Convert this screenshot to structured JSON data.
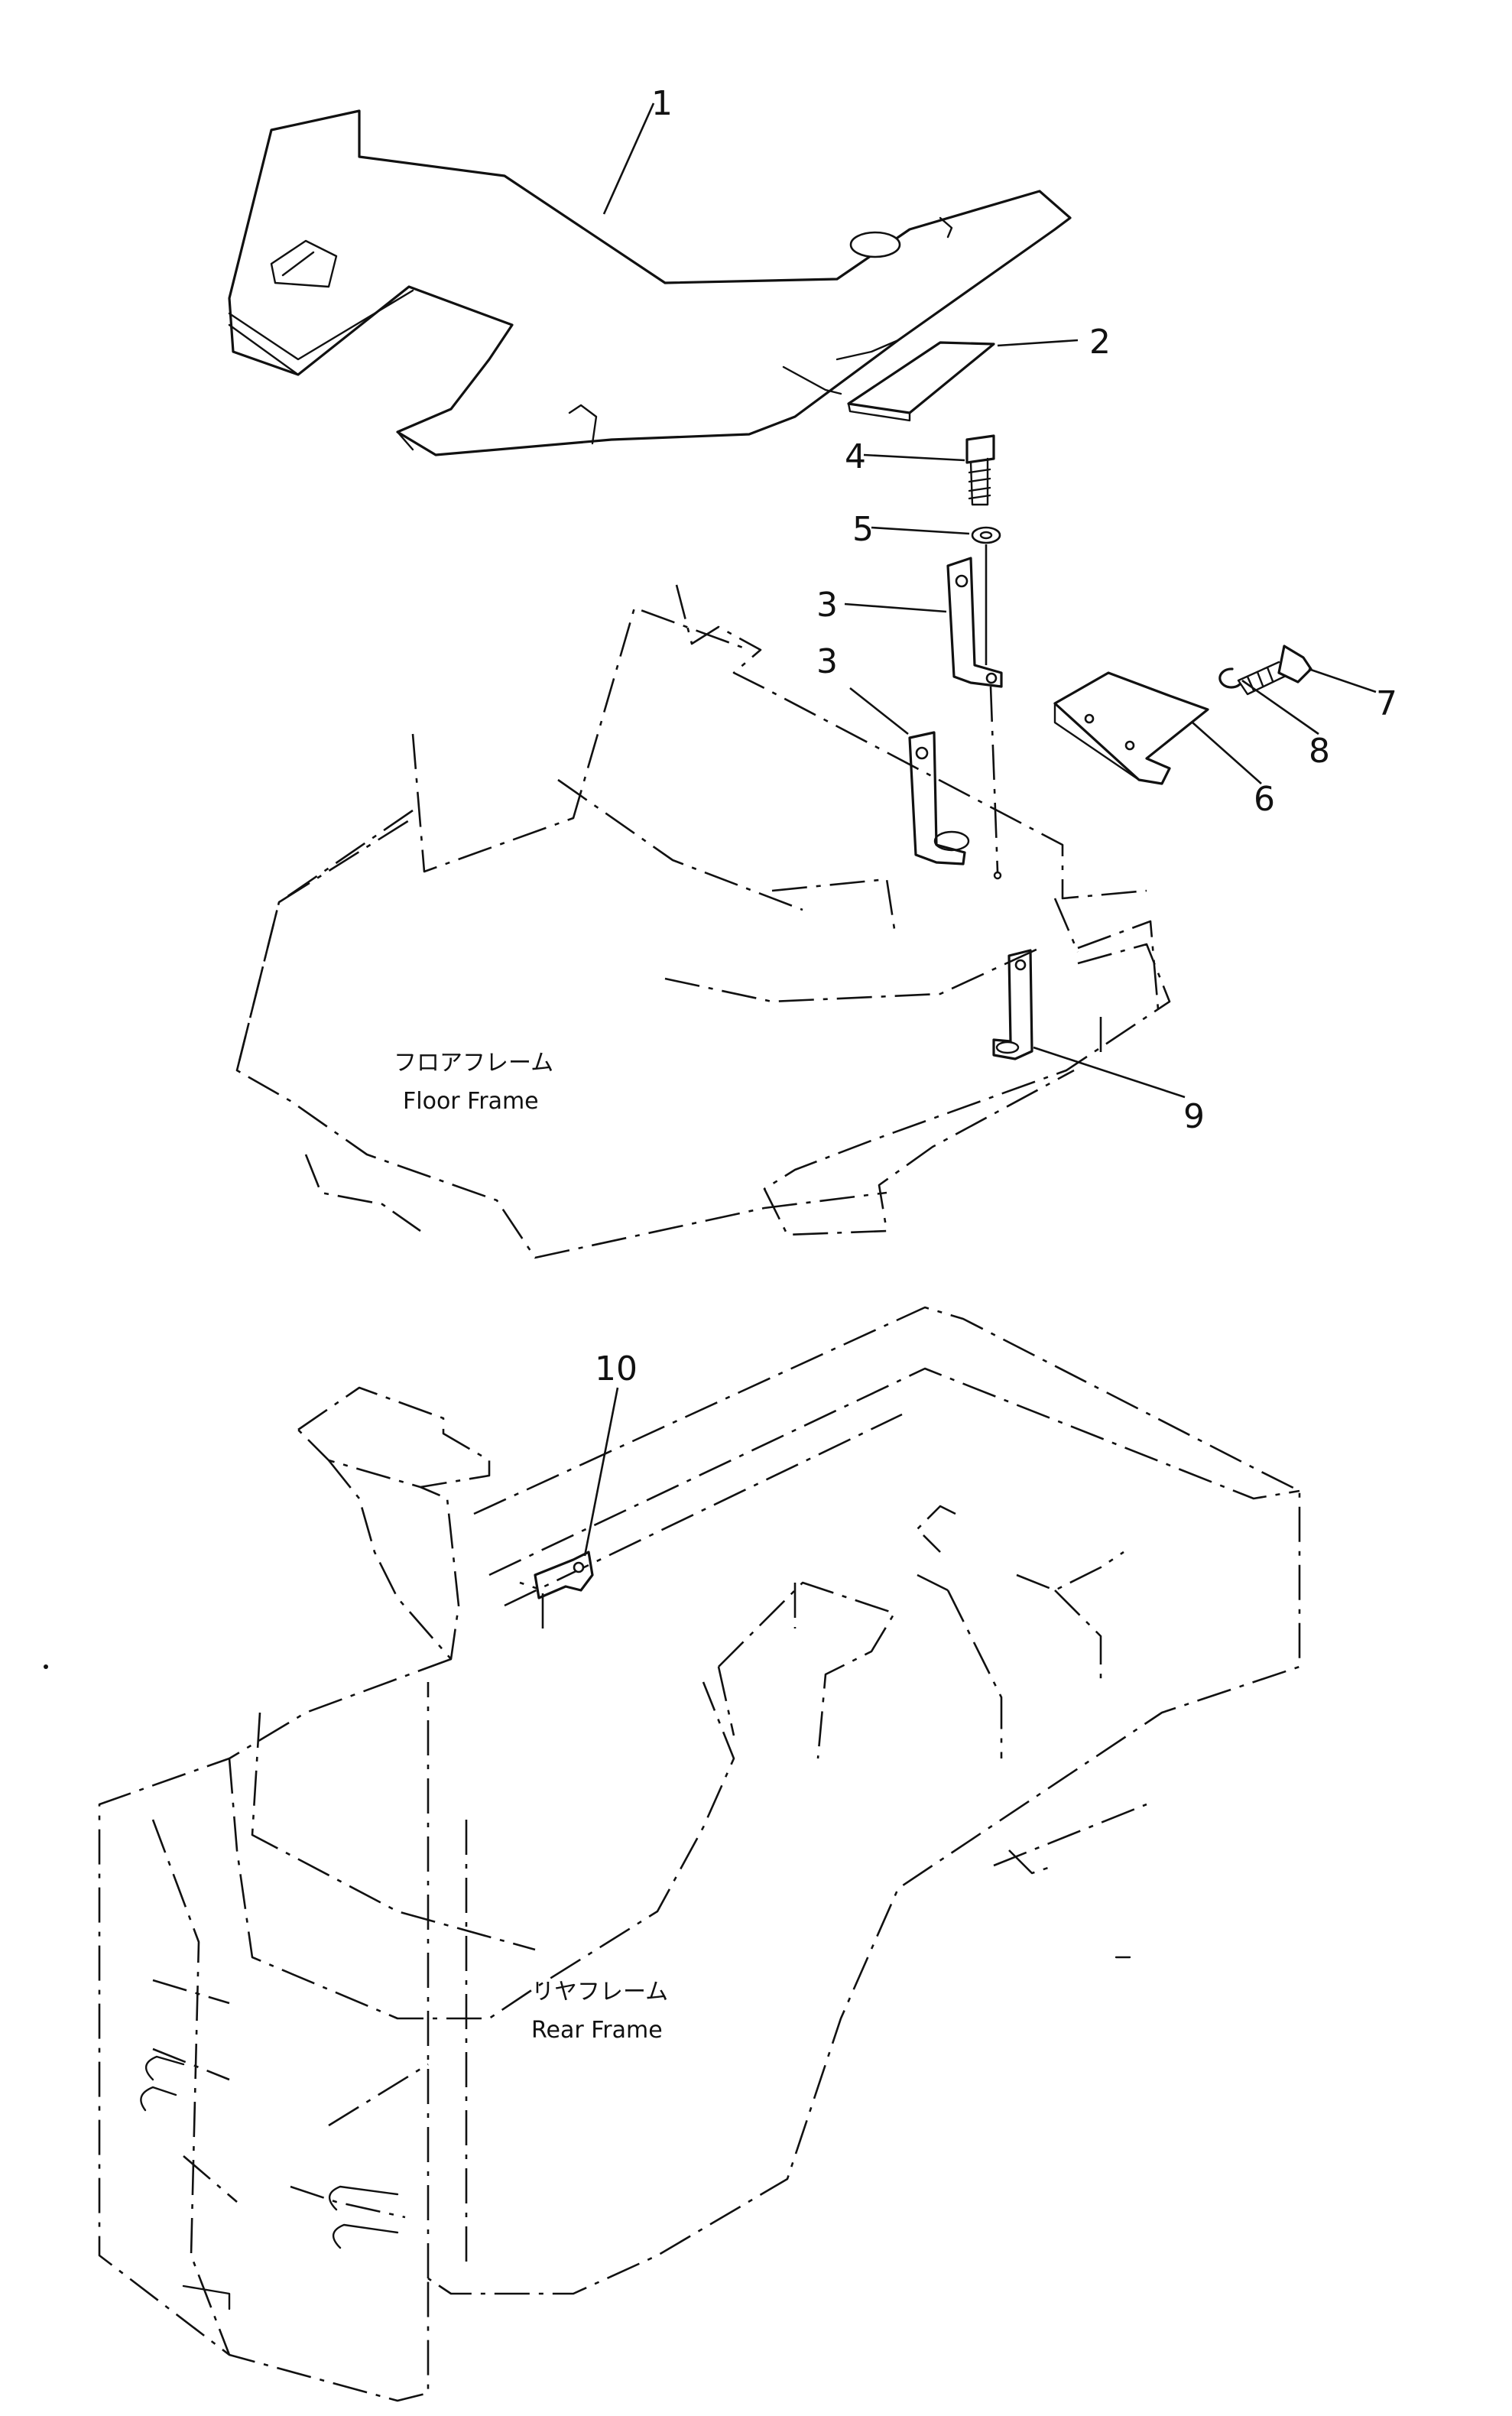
{
  "callouts": {
    "c1": "1",
    "c2": "2",
    "c3a": "3",
    "c3b": "3",
    "c4": "4",
    "c5": "5",
    "c6": "6",
    "c7": "7",
    "c8": "8",
    "c9": "9",
    "c10": "10"
  },
  "floor_frame": {
    "label_ja": "フロアフレーム",
    "label_en": "Floor Frame"
  },
  "rear_frame": {
    "label_ja": "リヤフレーム",
    "label_en": "Rear Frame"
  }
}
